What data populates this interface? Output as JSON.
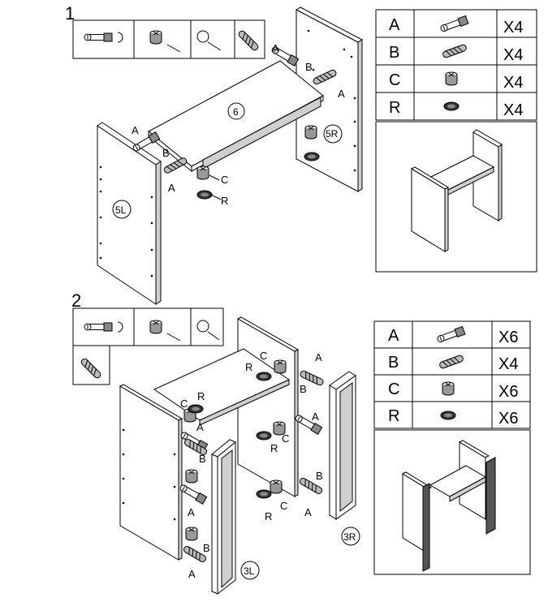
{
  "steps": {
    "step1": {
      "number": "1"
    },
    "step2": {
      "number": "2"
    }
  },
  "hardware_tables": {
    "step1": {
      "rows": [
        {
          "letter": "A",
          "qty": "X4",
          "icon": "cam-bolt-icon"
        },
        {
          "letter": "B",
          "qty": "X4",
          "icon": "wood-dowel-icon"
        },
        {
          "letter": "C",
          "qty": "X4",
          "icon": "cam-lock-icon"
        },
        {
          "letter": "R",
          "qty": "X4",
          "icon": "cover-cap-icon"
        }
      ]
    },
    "step2": {
      "rows": [
        {
          "letter": "A",
          "qty": "X6",
          "icon": "cam-bolt-icon"
        },
        {
          "letter": "B",
          "qty": "X4",
          "icon": "wood-dowel-icon"
        },
        {
          "letter": "C",
          "qty": "X6",
          "icon": "cam-lock-icon"
        },
        {
          "letter": "R",
          "qty": "X6",
          "icon": "cover-cap-icon"
        }
      ]
    }
  },
  "panels": {
    "step1": {
      "top": "6",
      "left": "5L",
      "right": "5R"
    },
    "step2": {
      "left": "3L",
      "right": "3R"
    }
  },
  "callouts": {
    "step1": [
      "A",
      "B",
      "A",
      "A",
      "B",
      "A",
      "C",
      "R"
    ],
    "step2": [
      "C",
      "R",
      "A",
      "B",
      "C",
      "R",
      "A",
      "B",
      "A",
      "C",
      "R",
      "A",
      "B",
      "A",
      "R",
      "C",
      "B",
      "A"
    ]
  }
}
